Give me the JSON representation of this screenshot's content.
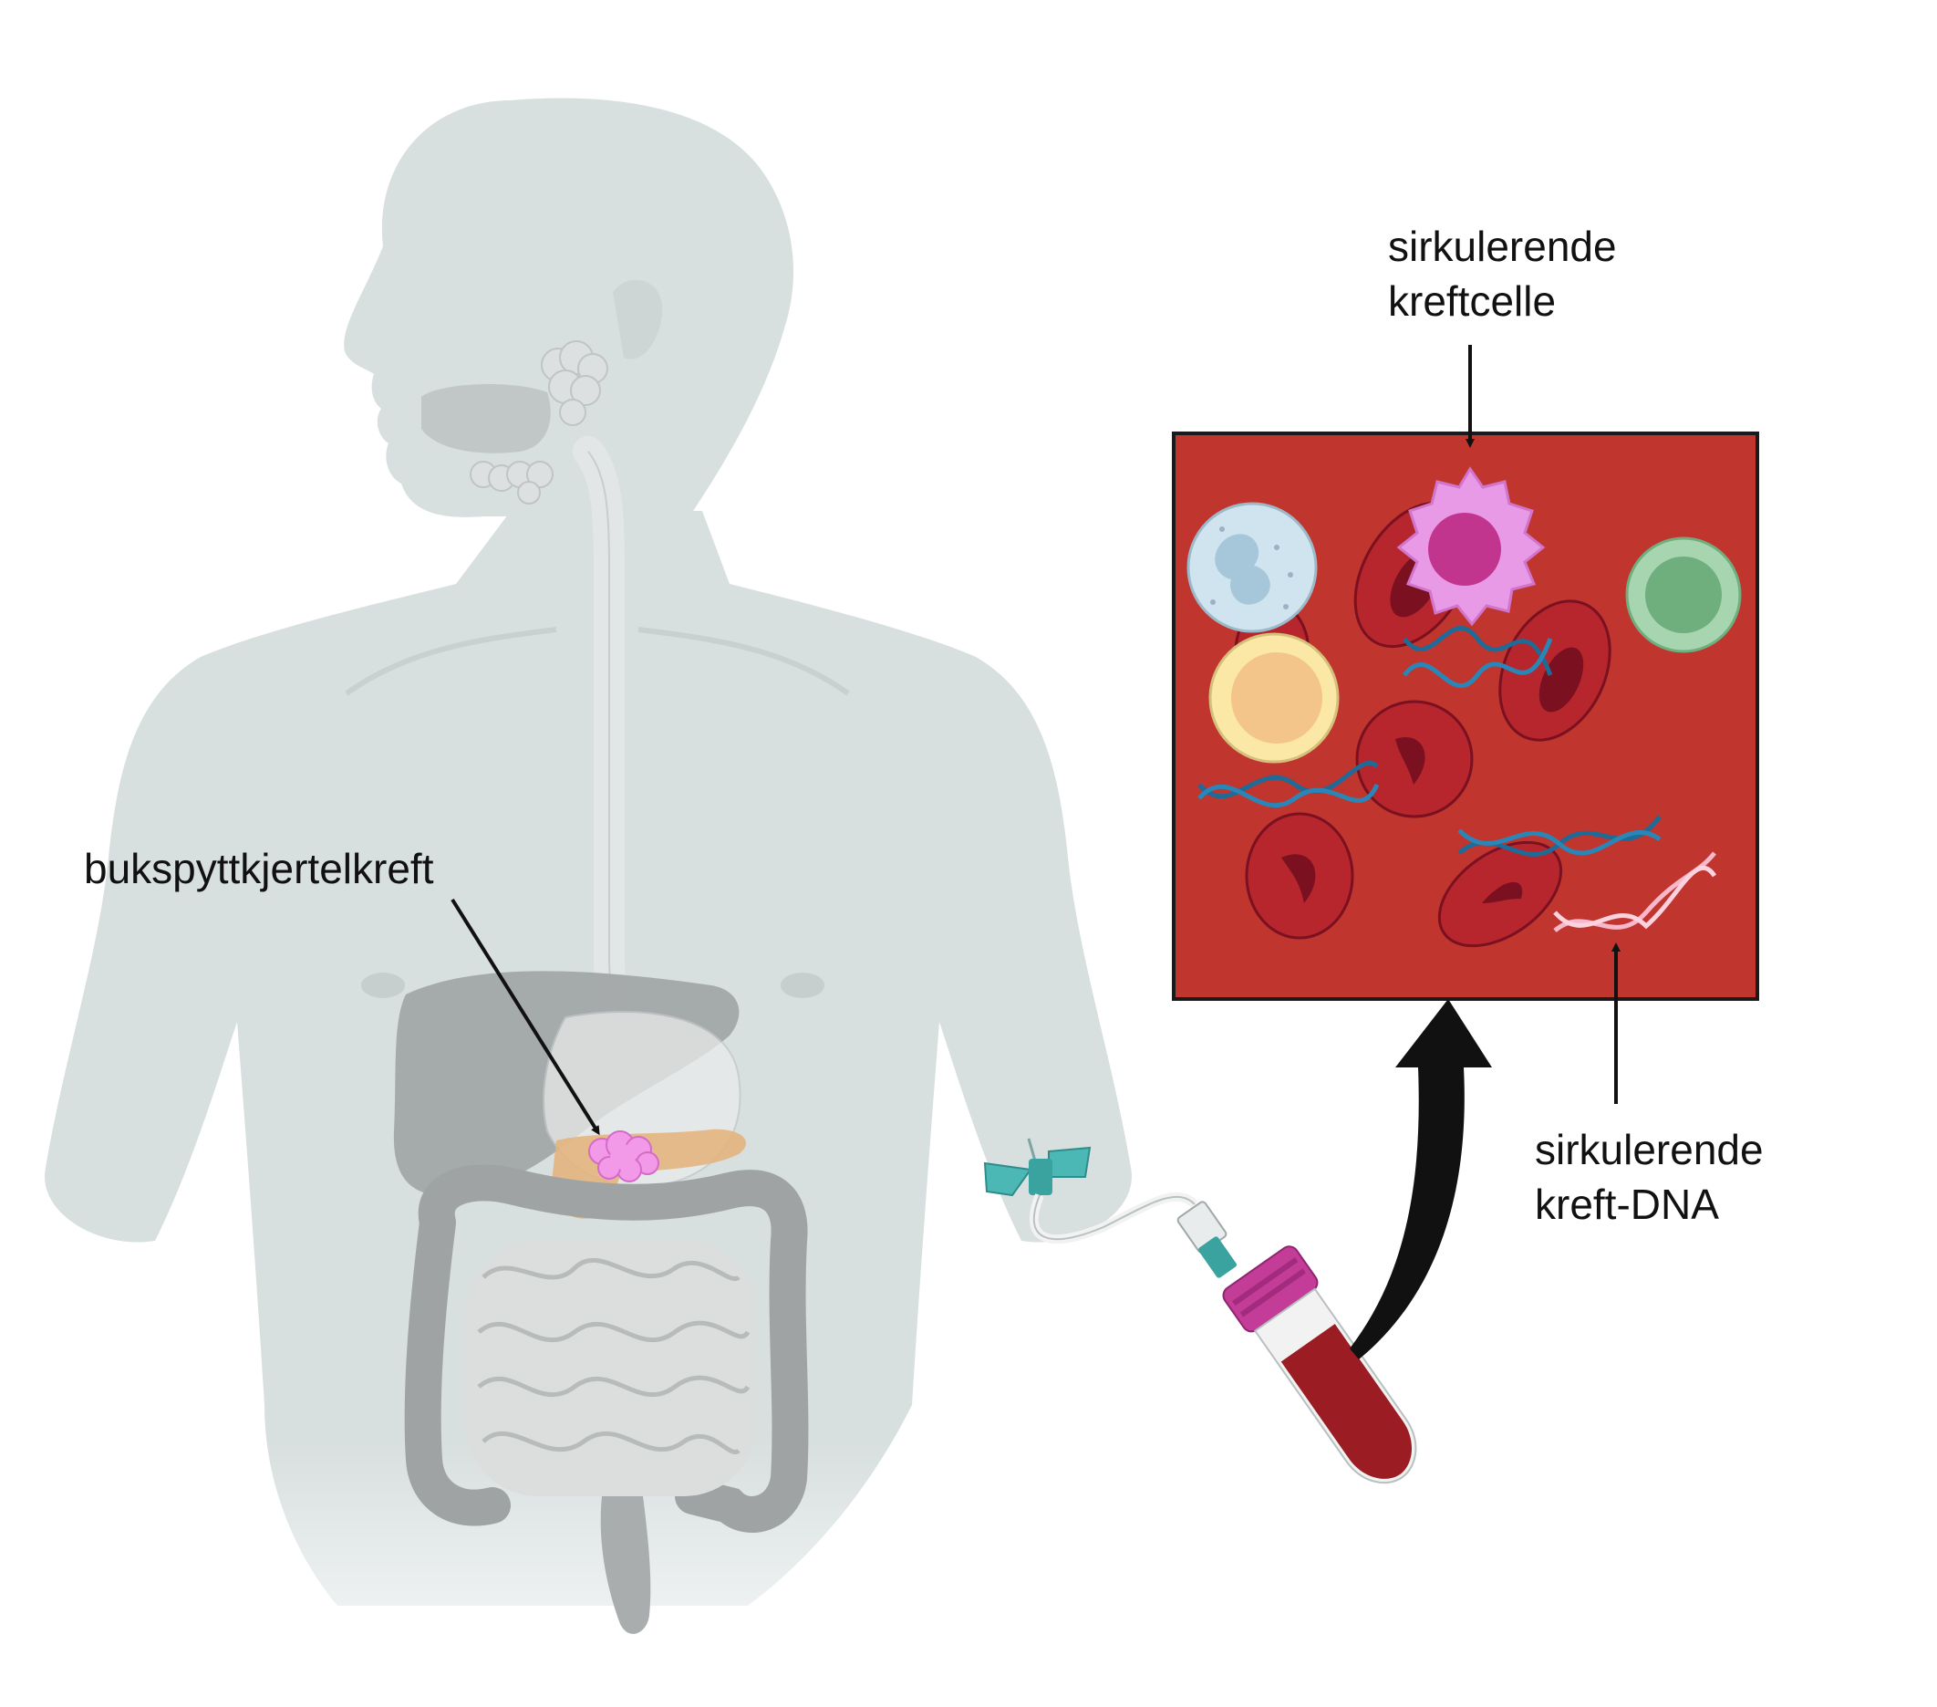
{
  "labels": {
    "pancreatic_cancer": "bukspyttkjertelkreft",
    "ctc_line1": "sirkulerende",
    "ctc_line2": "kreftcelle",
    "ctdna_line1": "sirkulerende",
    "ctdna_line2": "kreft-DNA"
  },
  "colors": {
    "body": "#d8dfdf",
    "body_shadow": "#cdd5d5",
    "organ_grey": "#a9adad",
    "intestine": "#d3d5d5",
    "pancreas": "#e4b27a",
    "tumor": "#f29ae8",
    "blood_bg": "#c0352e",
    "rbc": "#b7262c",
    "rbc_center": "#7a1020",
    "cancer_cell": "#e99ae6",
    "cancer_nucleus": "#c2358f",
    "neutrophil": "#cfe4ef",
    "lymphocyte_green": "#a7d5b0",
    "lymphocyte_yellow": "#fbe8a6",
    "dna_dark": "#1f6a96",
    "dna_light": "#f7b8cc",
    "tube_cap": "#c23c98",
    "needle_wings": "#4cb8b5",
    "arrow": "#111111"
  },
  "icons": [
    "human-body-icon",
    "digestive-system-icon",
    "butterfly-needle-icon",
    "blood-tube-icon",
    "dna-icon",
    "cancer-cell-icon",
    "red-blood-cell-icon"
  ]
}
